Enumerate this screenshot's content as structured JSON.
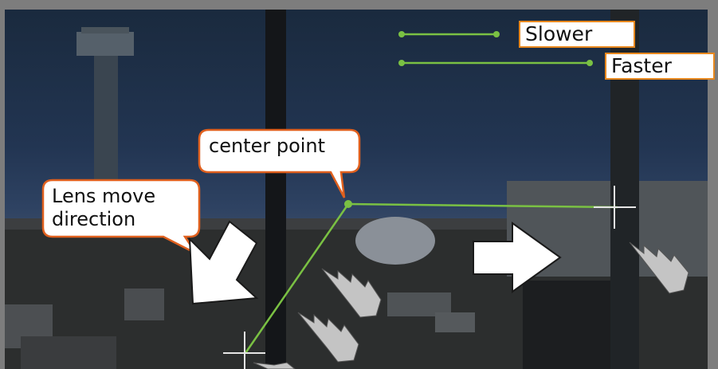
{
  "legend": {
    "slower_label": "Slower",
    "faster_label": "Faster",
    "line_color": "#7ac143",
    "box_border_color": "#e8881e"
  },
  "callouts": {
    "center_point": "center point",
    "lens_move_line1": "Lens move",
    "lens_move_line2": "direction",
    "border_color": "#e0601e"
  },
  "icons": {
    "hand_gesture": "pointing-hand-icon",
    "crosshair": "crosshair-icon",
    "arrow": "arrow-icon"
  }
}
